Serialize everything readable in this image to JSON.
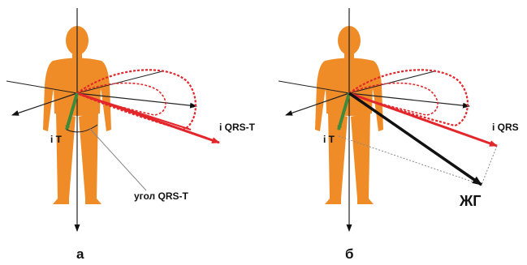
{
  "labels": {
    "a": {
      "iT": "i T",
      "iQRST": "i QRS-T",
      "angle": "угол QRS-T",
      "panel": "а"
    },
    "b": {
      "iT": "i T",
      "iQRS": "i QRS",
      "zhg": "ЖГ",
      "panel": "б"
    }
  },
  "colors": {
    "body": "#F08C28",
    "red_vector": "#E3262B",
    "green_vector": "#3C8A3A",
    "axis": "#222222",
    "dashed": "#888888"
  }
}
